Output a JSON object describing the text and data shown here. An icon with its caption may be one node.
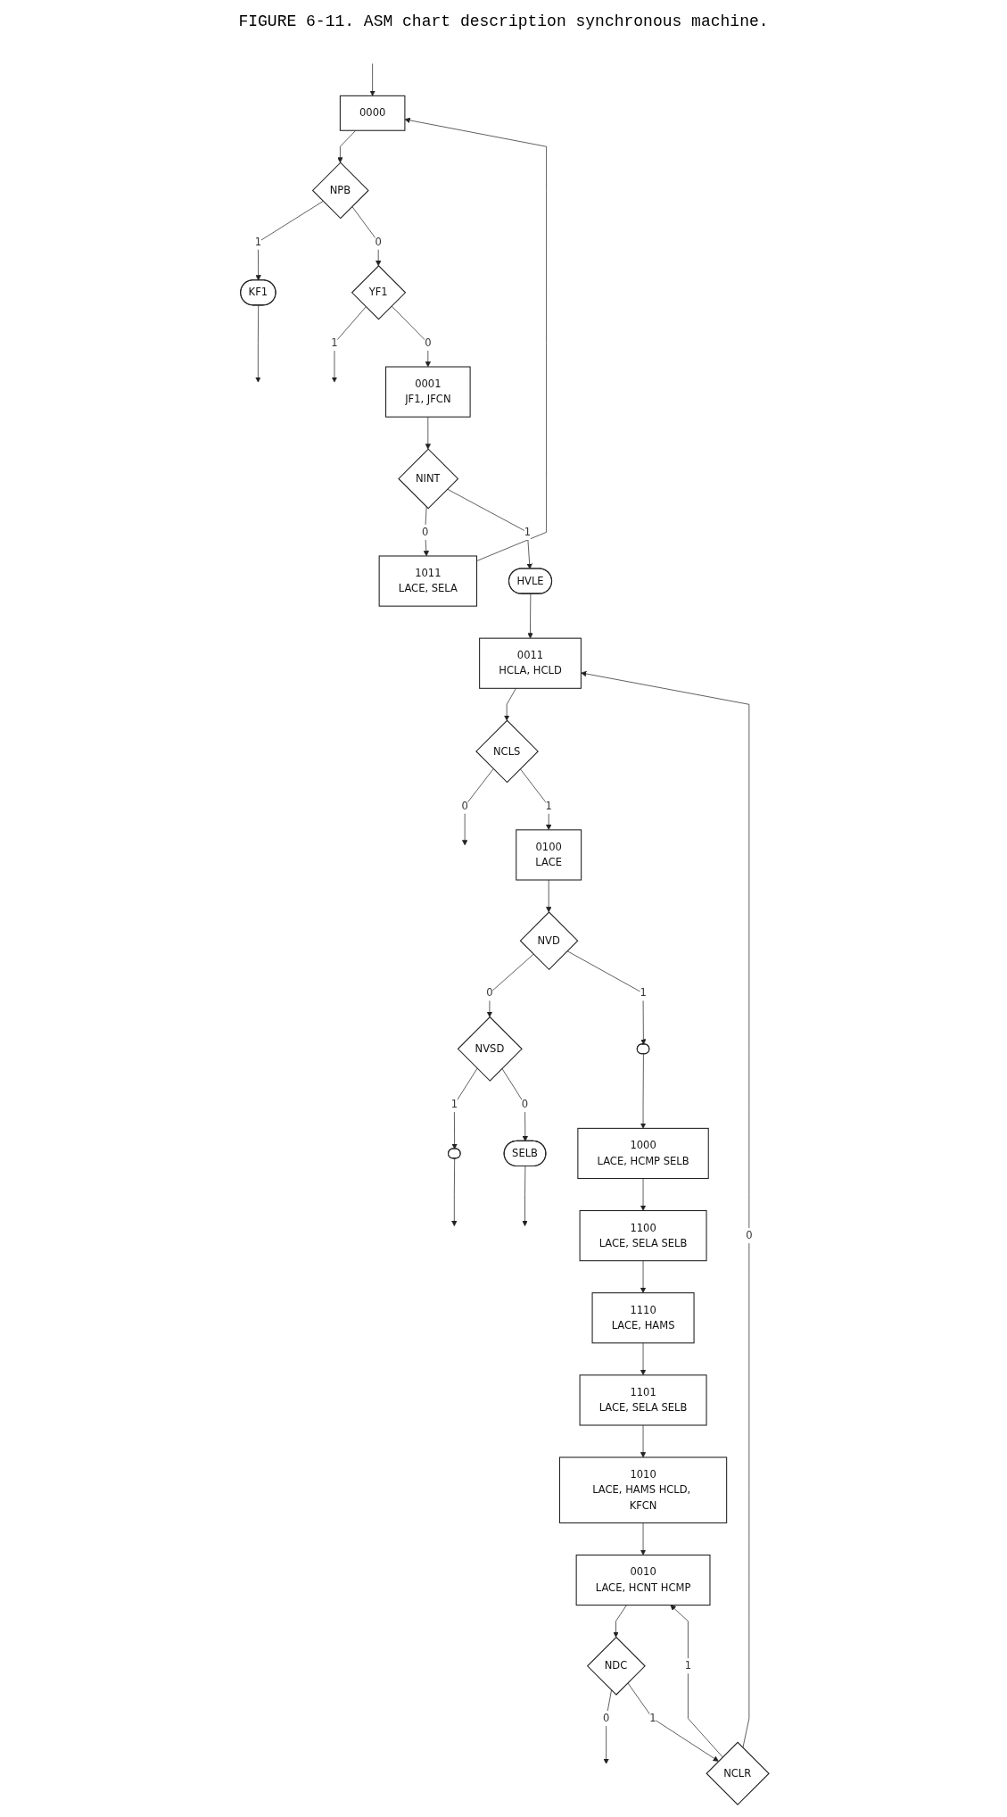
{
  "diagram": {
    "caption": "FIGURE 6-11. ASM chart description synchronous machine.",
    "nodes": [
      {
        "text": [
          "0000"
        ]
      },
      {
        "text": [
          "NPB"
        ]
      },
      {
        "text": [
          "KF1"
        ]
      },
      {
        "text": [
          "YF1"
        ]
      },
      {
        "text": [
          "0001",
          "JF1, JFCN"
        ]
      },
      {
        "text": [
          "NINT"
        ]
      },
      {
        "text": [
          "1011",
          "LACE, SELA"
        ]
      },
      {
        "text": [
          "HVLE"
        ]
      },
      {
        "text": [
          "0011",
          "HCLA, HCLD"
        ]
      },
      {
        "text": [
          "NCLS"
        ]
      },
      {
        "text": [
          "0100",
          "LACE"
        ]
      },
      {
        "text": [
          "NVD"
        ]
      },
      {
        "text": [
          "NVSD"
        ]
      },
      {
        "text": [],
        "shape": "box"
      },
      {
        "text": [
          "SELB"
        ]
      },
      {
        "text": [],
        "shape": "box"
      },
      {
        "text": [
          "1000",
          "LACE, HCMP SELB"
        ]
      },
      {
        "text": [
          "1100",
          "LACE, SELA SELB"
        ]
      },
      {
        "text": [
          "1110",
          "LACE, HAMS"
        ]
      },
      {
        "text": [
          "1101",
          "LACE, SELA SELB"
        ]
      },
      {
        "text": [
          "1010",
          "LACE, HAMS HCLD, KFCN"
        ]
      },
      {
        "text": [
          "0010",
          "LACE, HCNT HCMP"
        ]
      },
      {
        "text": [
          "NDC"
        ]
      },
      {
        "text": [
          "NCLR"
        ]
      }
    ],
    "edges": [
      {
        "from": null,
        "to": 0,
        "arrow": "to"
      },
      {
        "from": 0,
        "to": 1,
        "arrow": "to"
      },
      {
        "from": 1,
        "to": 2,
        "label": "1",
        "arrow": "to"
      },
      {
        "from": 1,
        "to": 3,
        "label": "0",
        "arrow": "to"
      },
      {
        "from": 2,
        "to": null,
        "arrow": "to"
      },
      {
        "from": 3,
        "to": null,
        "label": "1",
        "arrow": "to"
      },
      {
        "from": 3,
        "to": 4,
        "label": "0",
        "arrow": "to"
      },
      {
        "from": 4,
        "to": 5,
        "arrow": "to"
      },
      {
        "from": 5,
        "to": 6,
        "label": "0",
        "arrow": "to"
      },
      {
        "from": 6,
        "to": 0,
        "arrow": "to"
      },
      {
        "from": 5,
        "to": 7,
        "label": "1",
        "arrow": "to"
      },
      {
        "from": 7,
        "to": 8,
        "arrow": "to"
      },
      {
        "from": 8,
        "to": 9,
        "arrow": "to"
      },
      {
        "from": 9,
        "to": null,
        "label": "0",
        "arrow": "to"
      },
      {
        "from": 9,
        "to": 10,
        "label": "1",
        "arrow": "to"
      },
      {
        "from": 10,
        "to": 11,
        "arrow": "to"
      },
      {
        "from": 11,
        "to": 12,
        "label": "0",
        "arrow": "to"
      },
      {
        "from": 11,
        "to": 15,
        "label": "1",
        "arrow": "to"
      },
      {
        "from": 12,
        "to": 13,
        "label": "1",
        "arrow": "to"
      },
      {
        "from": 12,
        "to": 14,
        "label": "0",
        "arrow": "to"
      },
      {
        "from": 13,
        "to": null,
        "arrow": "to"
      },
      {
        "from": 14,
        "to": null,
        "arrow": "to"
      },
      {
        "from": 15,
        "to": 16,
        "arrow": "to"
      },
      {
        "from": 16,
        "to": 17,
        "arrow": "to"
      },
      {
        "from": 17,
        "to": 18,
        "arrow": "to"
      },
      {
        "from": 18,
        "to": 19,
        "arrow": "to"
      },
      {
        "from": 19,
        "to": 20,
        "arrow": "to"
      },
      {
        "from": 20,
        "to": 21,
        "arrow": "to"
      },
      {
        "from": 21,
        "to": 22,
        "arrow": "to"
      },
      {
        "from": 22,
        "to": null,
        "label": "0",
        "arrow": "to"
      },
      {
        "from": 22,
        "to": 23,
        "label": "1",
        "arrow": "to"
      },
      {
        "from": 23,
        "to": 21,
        "label": "1",
        "arrow": "to"
      },
      {
        "from": 23,
        "to": 8,
        "label": "0",
        "arrow": "to"
      }
    ]
  }
}
